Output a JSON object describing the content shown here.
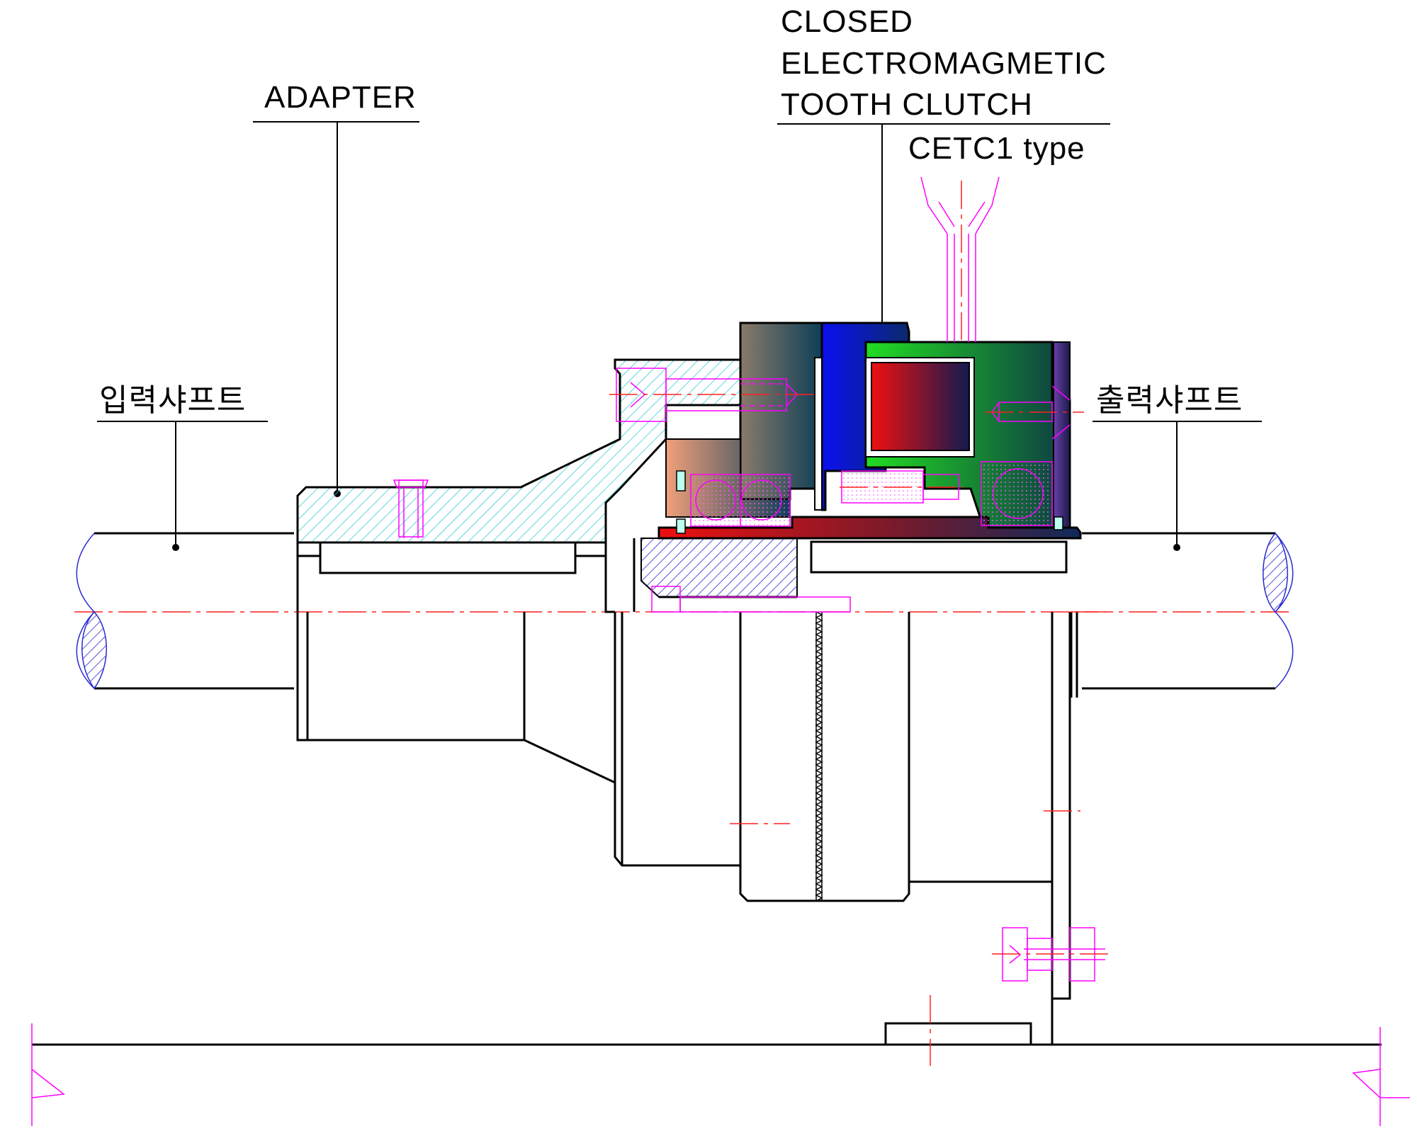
{
  "labels": {
    "adapter": "ADAPTER",
    "clutch_line1": "CLOSED",
    "clutch_line2": "ELECTROMAGMETIC",
    "clutch_line3": "TOOTH CLUTCH",
    "clutch_type": "CETC1  type",
    "input_shaft": "입력샤프트",
    "output_shaft": "출력샤프트"
  },
  "colors": {
    "line": "#000000",
    "center_line": "#ff2020",
    "hidden_line": "#ff00ff",
    "hatch_adapter": "#36c9d6",
    "hatch_hub": "#2a2ad0",
    "armature": "#1010e0",
    "coil_housing": "#0a9a2a",
    "coil": "#e01020",
    "shaft_sleeve": "#e01010"
  }
}
